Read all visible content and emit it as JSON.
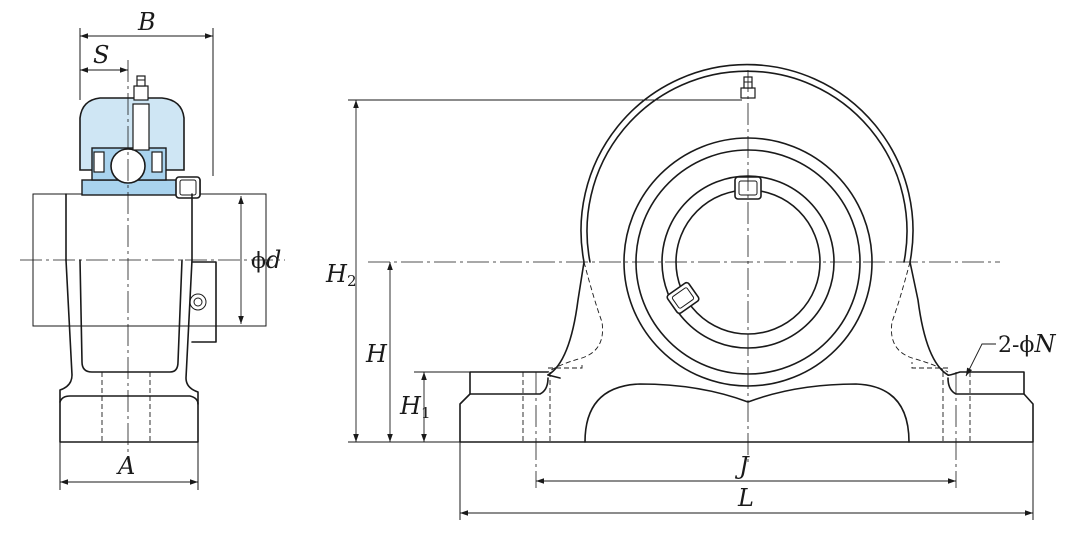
{
  "labels": {
    "B": "B",
    "S": "S",
    "phi_d_prefix": "ϕ",
    "phi_d_var": "d",
    "A": "A",
    "H2_main": "H",
    "H2_sub": "2",
    "H": "H",
    "H1_main": "H",
    "H1_sub": "1",
    "J": "J",
    "L": "L",
    "N_prefix": "2-ϕ",
    "N_var": "N"
  },
  "colors": {
    "housing_fill": "#cfe6f4",
    "bearing_fill": "#a9d3ee",
    "line": "#1a1a1a"
  }
}
